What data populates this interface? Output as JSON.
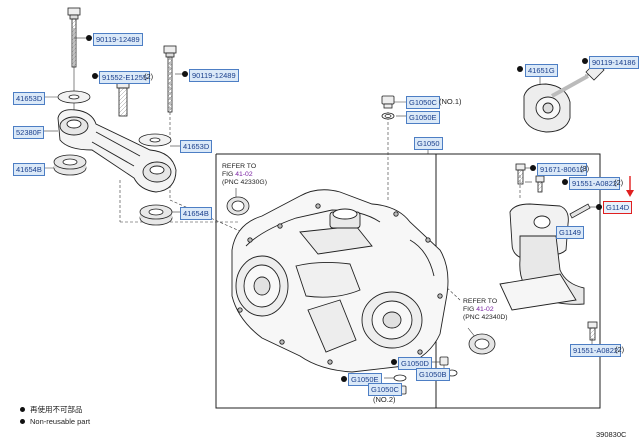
{
  "labels": {
    "p90119_top": "90119-12489",
    "p91552": "91552-E1255",
    "p91552_qty": "(2)",
    "p90119_mid": "90119-12489",
    "p41653D_left": "41653D",
    "p52380F": "52380F",
    "p41654B_left": "41654B",
    "p41653D_right": "41653D",
    "p41654B_right": "41654B",
    "pG1050C_top": "G1050C",
    "pG1050C_top_note": "(NO.1)",
    "pG1050E_top": "G1050E",
    "pG1050": "G1050",
    "p41651G": "41651G",
    "p90119_14186": "90119-14186",
    "p91671": "91671-80612",
    "p91671_qty": "(3)",
    "p91551_top": "91551-A0822",
    "p91551_top_qty": "(2)",
    "pG114D": "G114D",
    "pG1149": "G1149",
    "p91551_bottom": "91551-A0822",
    "p91551_bottom_qty": "(2)",
    "pG1050D": "G1050D",
    "pG1050E_bottom": "G1050E",
    "pG1050B": "G1050B",
    "pG1050C_bottom": "G1050C",
    "pG1050C_bottom_note": "(NO.2)"
  },
  "refer_notes": {
    "left": {
      "line1": "REFER TO",
      "line2_prefix": "FIG ",
      "fig": "41-02",
      "line3": "(PNC 42330G)"
    },
    "right": {
      "line1": "REFER TO",
      "line2_prefix": "FIG ",
      "fig": "41-02",
      "line3": "(PNC 42340D)"
    }
  },
  "legend": {
    "reuse_zh": "再使用不可部品",
    "reuse_en": "Non-reusable part"
  },
  "diagram_code": "390830C",
  "colors": {
    "label_bg": "#dbe9f8",
    "label_border": "#4d7ec4",
    "label_text": "#1a3f8c",
    "highlight": "#e02020",
    "fig_ref": "#7a1fa2"
  }
}
